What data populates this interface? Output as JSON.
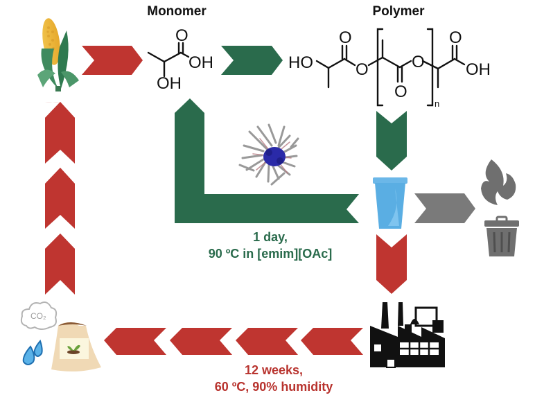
{
  "titles": {
    "monomer": "Monomer",
    "polymer": "Polymer"
  },
  "conditions": {
    "recycling_line1": "1 day,",
    "recycling_line2": "90 ºC in [emim][OAc]",
    "composting_line1": "12 weeks,",
    "composting_line2": "60 ºC, 90% humidity"
  },
  "chemistry": {
    "monomer_oh_side": "OH",
    "monomer_oh_acid": "OH",
    "monomer_o_carbonyl": "O",
    "polymer_ho": "HO",
    "polymer_o_ester1": "O",
    "polymer_o_carbonyl1": "O",
    "polymer_o_carbonyl2": "O",
    "polymer_o_ester2": "O",
    "polymer_o_carbonyl3": "O",
    "polymer_oh": "OH",
    "polymer_repeat_n": "n",
    "co2_label": "CO₂"
  },
  "icons": {
    "corn": "corn-icon",
    "cup": "plastic-cup-icon",
    "fire": "fire-icon",
    "trash": "trash-can-icon",
    "factory": "factory-icon",
    "compost": "compost-bag-icon",
    "water": "water-drops-icon",
    "co2_cloud": "co2-cloud-icon",
    "catalyst": "ionic-liquid-cluster-icon"
  },
  "colors": {
    "red_arrow": "#bf3530",
    "green_arrow": "#2a6b4c",
    "gray_arrow": "#7a7a7a",
    "cup_blue": "#5aaee3",
    "icon_gray": "#6f6f6f"
  }
}
